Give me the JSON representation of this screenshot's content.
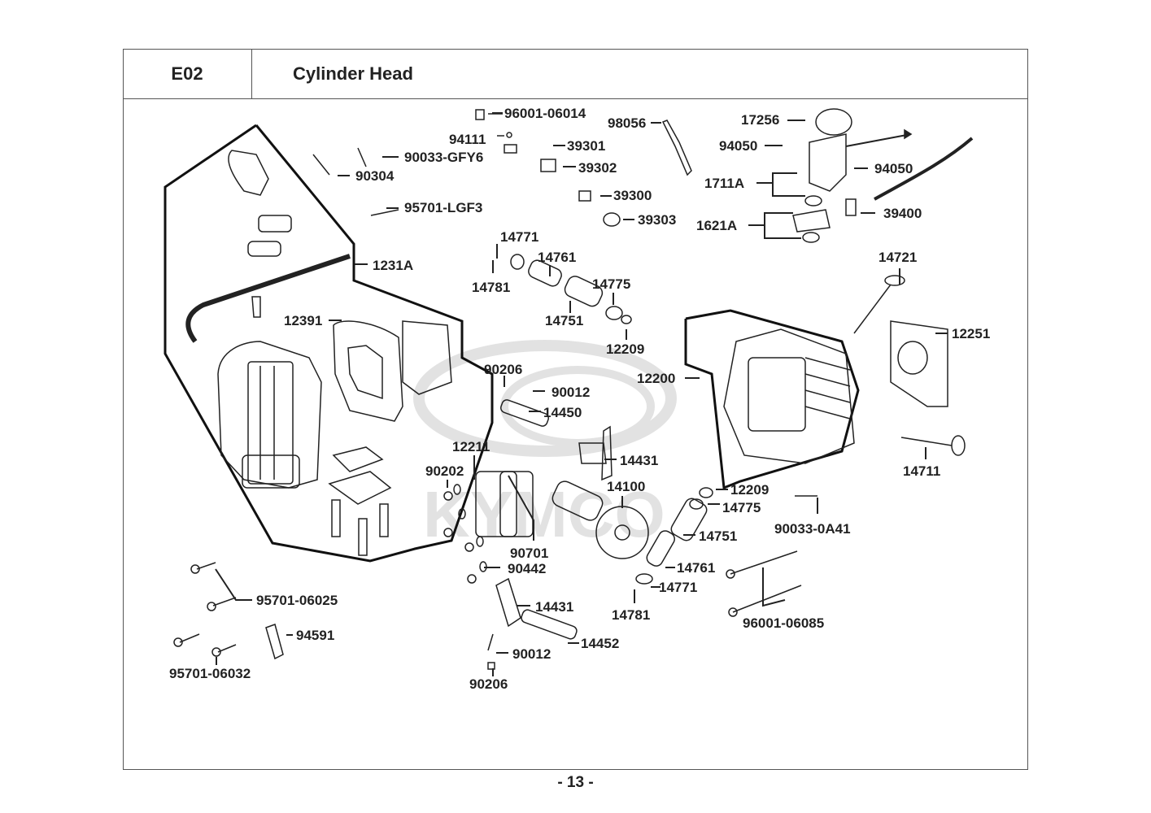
{
  "header": {
    "section_code": "E02",
    "title": "Cylinder Head"
  },
  "footer": {
    "page_number": "- 13 -"
  },
  "watermark": {
    "brand": "KYMCO"
  },
  "parts": [
    {
      "id": "96001-06014",
      "label": "96001-06014"
    },
    {
      "id": "94111",
      "label": "94111"
    },
    {
      "id": "98056",
      "label": "98056"
    },
    {
      "id": "17256",
      "label": "17256"
    },
    {
      "id": "94050-a",
      "label": "94050"
    },
    {
      "id": "94050-b",
      "label": "94050"
    },
    {
      "id": "39301",
      "label": "39301"
    },
    {
      "id": "90033-GFY6",
      "label": "90033-GFY6"
    },
    {
      "id": "90304",
      "label": "90304"
    },
    {
      "id": "39302",
      "label": "39302"
    },
    {
      "id": "1711A",
      "label": "1711A"
    },
    {
      "id": "39300",
      "label": "39300"
    },
    {
      "id": "95701-LGF3",
      "label": "95701-LGF3"
    },
    {
      "id": "39303",
      "label": "39303"
    },
    {
      "id": "39400",
      "label": "39400"
    },
    {
      "id": "1621A",
      "label": "1621A"
    },
    {
      "id": "14771-a",
      "label": "14771"
    },
    {
      "id": "14761-a",
      "label": "14761"
    },
    {
      "id": "1231A",
      "label": "1231A"
    },
    {
      "id": "14781-a",
      "label": "14781"
    },
    {
      "id": "14775-a",
      "label": "14775"
    },
    {
      "id": "14751-a",
      "label": "14751"
    },
    {
      "id": "14721",
      "label": "14721"
    },
    {
      "id": "12391",
      "label": "12391"
    },
    {
      "id": "12209-a",
      "label": "12209"
    },
    {
      "id": "12251",
      "label": "12251"
    },
    {
      "id": "90206-a",
      "label": "90206"
    },
    {
      "id": "12200",
      "label": "12200"
    },
    {
      "id": "90012-a",
      "label": "90012"
    },
    {
      "id": "14450",
      "label": "14450"
    },
    {
      "id": "12211",
      "label": "12211"
    },
    {
      "id": "14711",
      "label": "14711"
    },
    {
      "id": "14431-a",
      "label": "14431"
    },
    {
      "id": "90202",
      "label": "90202"
    },
    {
      "id": "14100",
      "label": "14100"
    },
    {
      "id": "12209-b",
      "label": "12209"
    },
    {
      "id": "14775-b",
      "label": "14775"
    },
    {
      "id": "90033-0A41",
      "label": "90033-0A41"
    },
    {
      "id": "14751-b",
      "label": "14751"
    },
    {
      "id": "90701",
      "label": "90701"
    },
    {
      "id": "14761-b",
      "label": "14761"
    },
    {
      "id": "90442",
      "label": "90442"
    },
    {
      "id": "14771-b",
      "label": "14771"
    },
    {
      "id": "95701-06025",
      "label": "95701-06025"
    },
    {
      "id": "14431-b",
      "label": "14431"
    },
    {
      "id": "14781-b",
      "label": "14781"
    },
    {
      "id": "96001-06085",
      "label": "96001-06085"
    },
    {
      "id": "94591",
      "label": "94591"
    },
    {
      "id": "14452",
      "label": "14452"
    },
    {
      "id": "90012-b",
      "label": "90012"
    },
    {
      "id": "95701-06032",
      "label": "95701-06032"
    },
    {
      "id": "90206-b",
      "label": "90206"
    }
  ]
}
